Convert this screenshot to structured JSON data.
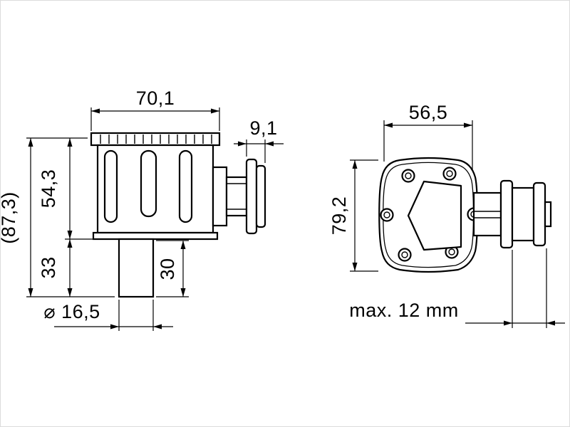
{
  "drawing": {
    "title": "pump-technical-drawing",
    "line_color": "#000000",
    "background": "#ffffff",
    "front_view": {
      "dims": {
        "body_width": "70,1",
        "flange_thickness": "9,1",
        "body_height": "54,3",
        "overall_height": "(87,3)",
        "lower_height": "33",
        "outlet_length": "30",
        "outlet_diameter": "⌀ 16,5"
      }
    },
    "side_view": {
      "dims": {
        "flange_width": "56,5",
        "flange_height": "79,2",
        "max_adjustment": "max. 12 mm"
      }
    }
  }
}
